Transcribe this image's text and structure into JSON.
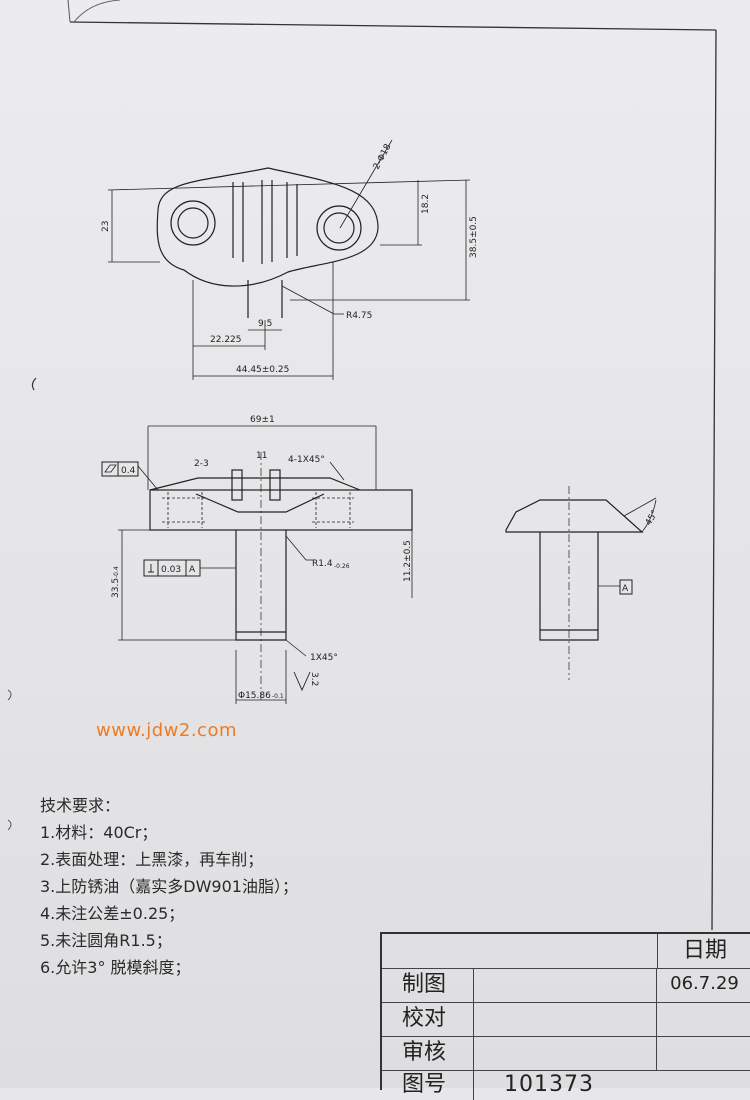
{
  "drawing": {
    "top_view": {
      "dim_hole": "2-Φ18",
      "dim_height_left": "23",
      "dim_height_right": "18.2",
      "dim_total_height": "38.5±0.5",
      "dim_radius": "R4.75",
      "dim_slot": "9.5",
      "dim_offset": "22.225",
      "dim_length": "44.45±0.25"
    },
    "front_view": {
      "dim_width": "69±1",
      "dim_chamfer_left": "2-3",
      "dim_center": "11",
      "dim_chamfer_right": "4-1X45°",
      "flatness_value": "0.4",
      "perp_value": "0.03",
      "perp_datum": "A",
      "dim_radius": "R1.4",
      "dim_radius_tol": "-0.26",
      "dim_height_right": "11.2±0.5",
      "dim_height_left": "33.5",
      "dim_height_left_tol": "-0.4",
      "dim_chamfer_bottom": "1X45°",
      "dim_diameter": "Φ15.86",
      "dim_diameter_tol": "-0.1",
      "roughness": "3.2"
    },
    "side_view": {
      "angle": "45°",
      "datum": "A"
    }
  },
  "watermark": "www.jdw2.com",
  "notes": {
    "title": "技术要求：",
    "items": [
      "1.材料：40Cr；",
      "2.表面处理：上黑漆，再车削；",
      "3.上防锈油（嘉实多DW901油脂）；",
      "4.未注公差±0.25；",
      "5.未注圆角R1.5；",
      "6.允许3° 脱模斜度；"
    ]
  },
  "title_block": {
    "date_header": "日期",
    "rows": [
      {
        "label": "制图",
        "date": "06.7.29"
      },
      {
        "label": "校对",
        "date": ""
      },
      {
        "label": "审核",
        "date": ""
      }
    ],
    "drawing_no_label": "图号",
    "drawing_no": "101373"
  }
}
